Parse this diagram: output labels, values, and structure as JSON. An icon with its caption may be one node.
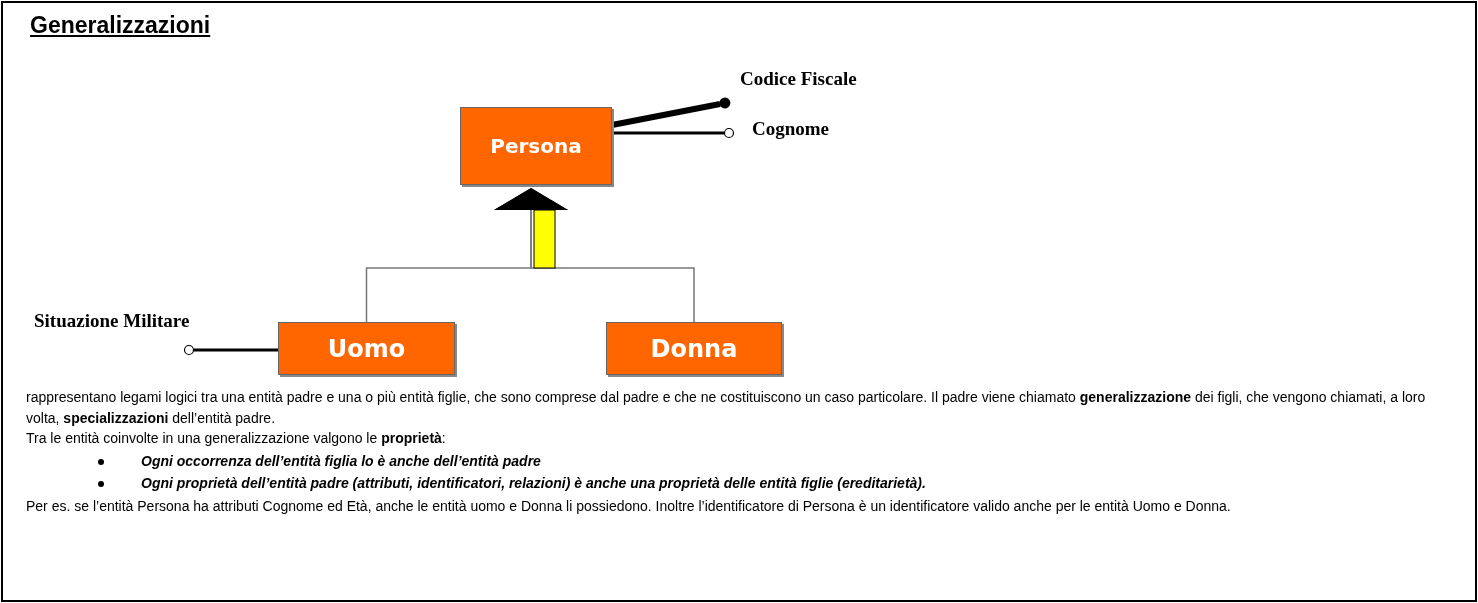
{
  "diagram": {
    "title": "Generalizzazioni",
    "nodes": [
      {
        "text": [
          "Persona"
        ]
      },
      {
        "text": [
          "Uomo"
        ]
      },
      {
        "text": [
          "Donna"
        ]
      },
      {
        "text": [
          "Codice Fiscale"
        ]
      },
      {
        "text": [
          "Cognome"
        ]
      },
      {
        "text": [
          "Situazione Militare"
        ]
      }
    ],
    "edges": [
      {
        "from": 1,
        "to": 0,
        "arrow": "to",
        "color": "#777777"
      },
      {
        "from": 2,
        "to": 0,
        "arrow": "to",
        "color": "#777777"
      },
      {
        "from": 0,
        "to": 3,
        "arrow": "other",
        "style": "thick"
      },
      {
        "from": 0,
        "to": 4,
        "arrow": "other"
      },
      {
        "from": 1,
        "to": 5,
        "arrow": "other"
      }
    ],
    "labels": [
      "rappresentano legami logici tra una entità padre e una o più entità figlie, che sono comprese dal padre e che ne costituiscono un caso particolare. Il padre viene chiamato **generalizzazione** dei figli, che vengono chiamati, a loro volta, **specializzazioni** dell’entità padre.",
      "Tra le entità coinvolte in una generalizzazione valgono le **proprietà**:",
      "Ogni occorrenza dell’entità figlia lo è anche dell’entità padre",
      "Ogni proprietà dell’entità padre (attributi, identificatori, relazioni) è anche una proprietà delle entità figlie (ereditarietà).",
      "Per es. se l’entità Persona ha attributi Cognome ed Età, anche le entità uomo e Donna li possiedono. Inoltre l’identificatore di Persona è un identificatore valido anche per le entità Uomo e Donna."
    ]
  }
}
